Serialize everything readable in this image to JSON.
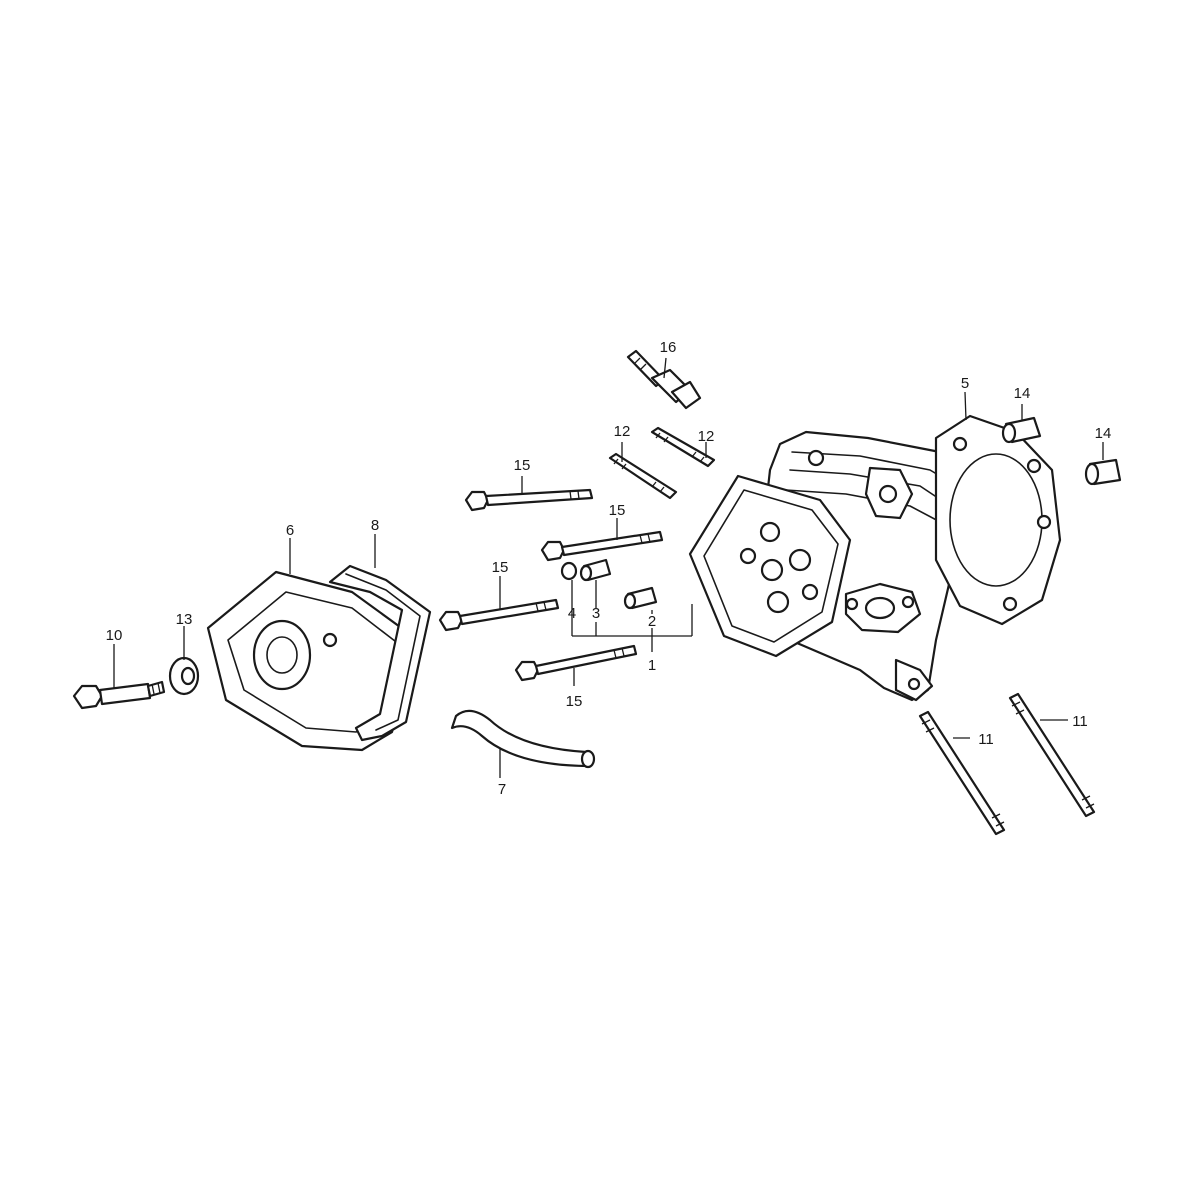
{
  "diagram": {
    "type": "exploded-parts-view",
    "line_color": "#1a1a1a",
    "background": "#ffffff",
    "callouts": [
      {
        "id": "c1",
        "label": "1"
      },
      {
        "id": "c2",
        "label": "2"
      },
      {
        "id": "c3",
        "label": "3"
      },
      {
        "id": "c4",
        "label": "4"
      },
      {
        "id": "c5",
        "label": "5"
      },
      {
        "id": "c6",
        "label": "6"
      },
      {
        "id": "c7",
        "label": "7"
      },
      {
        "id": "c8",
        "label": "8"
      },
      {
        "id": "c10",
        "label": "10"
      },
      {
        "id": "c11a",
        "label": "11"
      },
      {
        "id": "c11b",
        "label": "11"
      },
      {
        "id": "c12a",
        "label": "12"
      },
      {
        "id": "c12b",
        "label": "12"
      },
      {
        "id": "c13",
        "label": "13"
      },
      {
        "id": "c14a",
        "label": "14"
      },
      {
        "id": "c14b",
        "label": "14"
      },
      {
        "id": "c15a",
        "label": "15"
      },
      {
        "id": "c15b",
        "label": "15"
      },
      {
        "id": "c15c",
        "label": "15"
      },
      {
        "id": "c15d",
        "label": "15"
      },
      {
        "id": "c16",
        "label": "16"
      }
    ]
  }
}
